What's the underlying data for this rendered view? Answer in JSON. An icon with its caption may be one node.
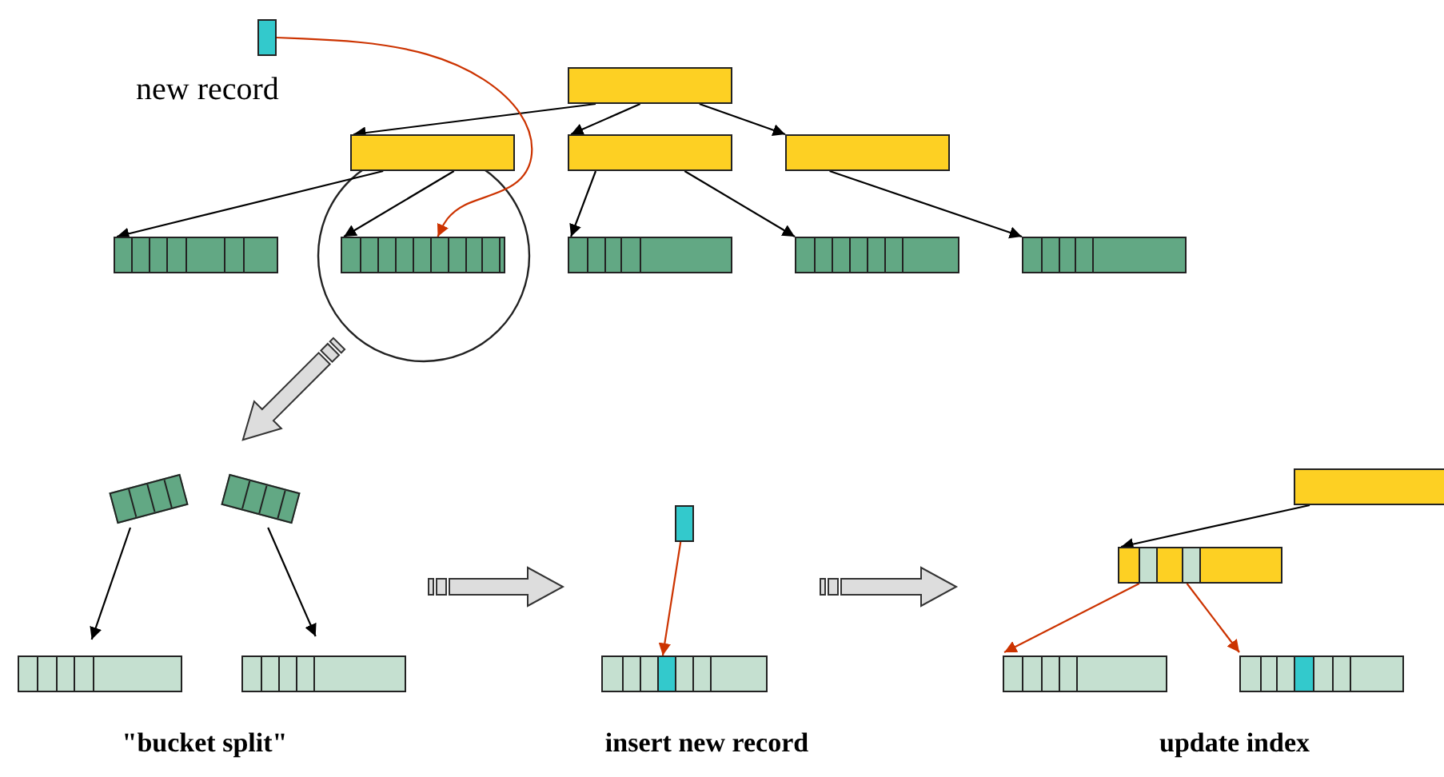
{
  "diagram": {
    "nodes": [
      {
        "text": [],
        "shape": "bar",
        "beside": [
          "new record"
        ]
      },
      {
        "text": [],
        "shape": "bar"
      },
      {
        "text": [],
        "shape": "bar"
      },
      {
        "text": [],
        "shape": "bar"
      },
      {
        "text": [],
        "shape": "bar"
      },
      {
        "text": [],
        "shape": "bar"
      },
      {
        "text": [],
        "shape": "bar"
      },
      {
        "text": [],
        "shape": "bar"
      },
      {
        "text": [],
        "shape": "bar"
      },
      {
        "text": [],
        "shape": "bar"
      },
      {
        "text": [],
        "shape": "bar"
      },
      {
        "text": [],
        "shape": "bar"
      },
      {
        "text": [],
        "shape": "bar"
      },
      {
        "text": [],
        "shape": "bar"
      },
      {
        "text": [],
        "shape": "bar"
      },
      {
        "text": [],
        "shape": "bar"
      },
      {
        "text": [],
        "shape": "bar"
      },
      {
        "text": [],
        "shape": "bar"
      },
      {
        "text": [],
        "shape": "bar"
      },
      {
        "text": [],
        "shape": "bar"
      }
    ],
    "edges": [
      {
        "from": 1,
        "to": 2,
        "arrow": "to"
      },
      {
        "from": 1,
        "to": 3,
        "arrow": "to"
      },
      {
        "from": 1,
        "to": 4,
        "arrow": "to"
      },
      {
        "from": 2,
        "to": 5,
        "arrow": "to"
      },
      {
        "from": 2,
        "to": 6,
        "arrow": "to"
      },
      {
        "from": 3,
        "to": 7,
        "arrow": "to"
      },
      {
        "from": 3,
        "to": 8,
        "arrow": "to"
      },
      {
        "from": 4,
        "to": 9,
        "arrow": "to"
      },
      {
        "from": 0,
        "to": 6,
        "arrow": "to",
        "color": "#cc3300"
      },
      {
        "from": 10,
        "to": 12,
        "arrow": "to"
      },
      {
        "from": 11,
        "to": 13,
        "arrow": "to"
      },
      {
        "from": 14,
        "to": 15,
        "arrow": "to",
        "color": "#cc3300"
      },
      {
        "from": 16,
        "to": 17,
        "arrow": "to"
      },
      {
        "from": 17,
        "to": 18,
        "arrow": "to",
        "color": "#cc3300"
      },
      {
        "from": 17,
        "to": 19,
        "arrow": "to",
        "color": "#cc3300"
      }
    ],
    "labels": [
      "\"bucket split\"",
      "insert new record",
      "update index"
    ]
  }
}
